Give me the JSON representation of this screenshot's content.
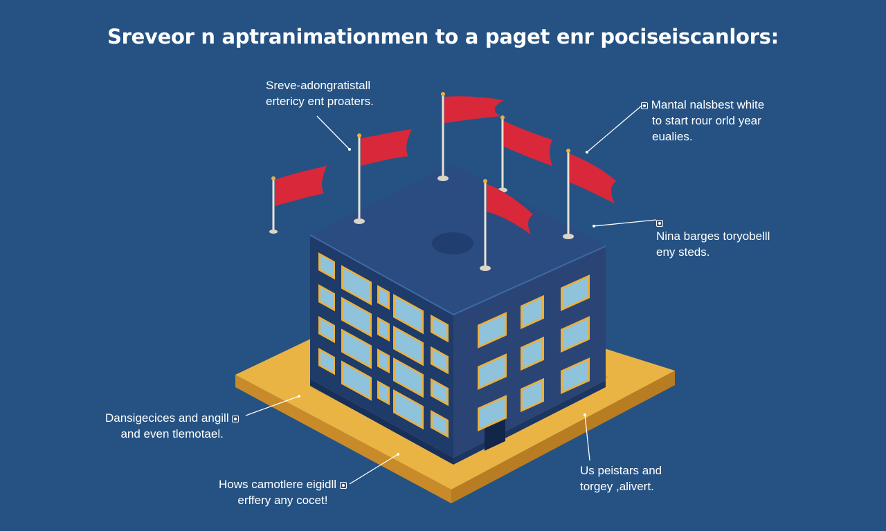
{
  "title": "Srevеor n aptranimationmen to a paget enr pocisеiscanlors:",
  "callouts": {
    "top_left": {
      "line1": "Sreve-adongratistall",
      "line2": "ertericy ent proaters."
    },
    "top_right": {
      "line1": "Mantal nalsbest white",
      "line2": "to start rour orld year",
      "line3": "eualies."
    },
    "mid_right": {
      "line1": "Nina barges toryobelll",
      "line2": "eny steds."
    },
    "bottom_left": {
      "line1": "Dansigecices and angill",
      "line2": "and even tlemotael."
    },
    "bottom_center": {
      "line1": "Hows camotlere eigidll",
      "line2": "erffery any cocet!"
    },
    "bottom_right": {
      "line1": "Us peistars and",
      "line2": "torgey ,alivert."
    }
  },
  "colors": {
    "background": "#255283",
    "building": "#263f6e",
    "roof": "#2c4d80",
    "platform": "#e8b040",
    "flag": "#d8283a",
    "window_frame": "#e8b040",
    "window_glass": "#8fc3dc"
  },
  "icons": {
    "callout_marker": "target-marker-icon"
  }
}
